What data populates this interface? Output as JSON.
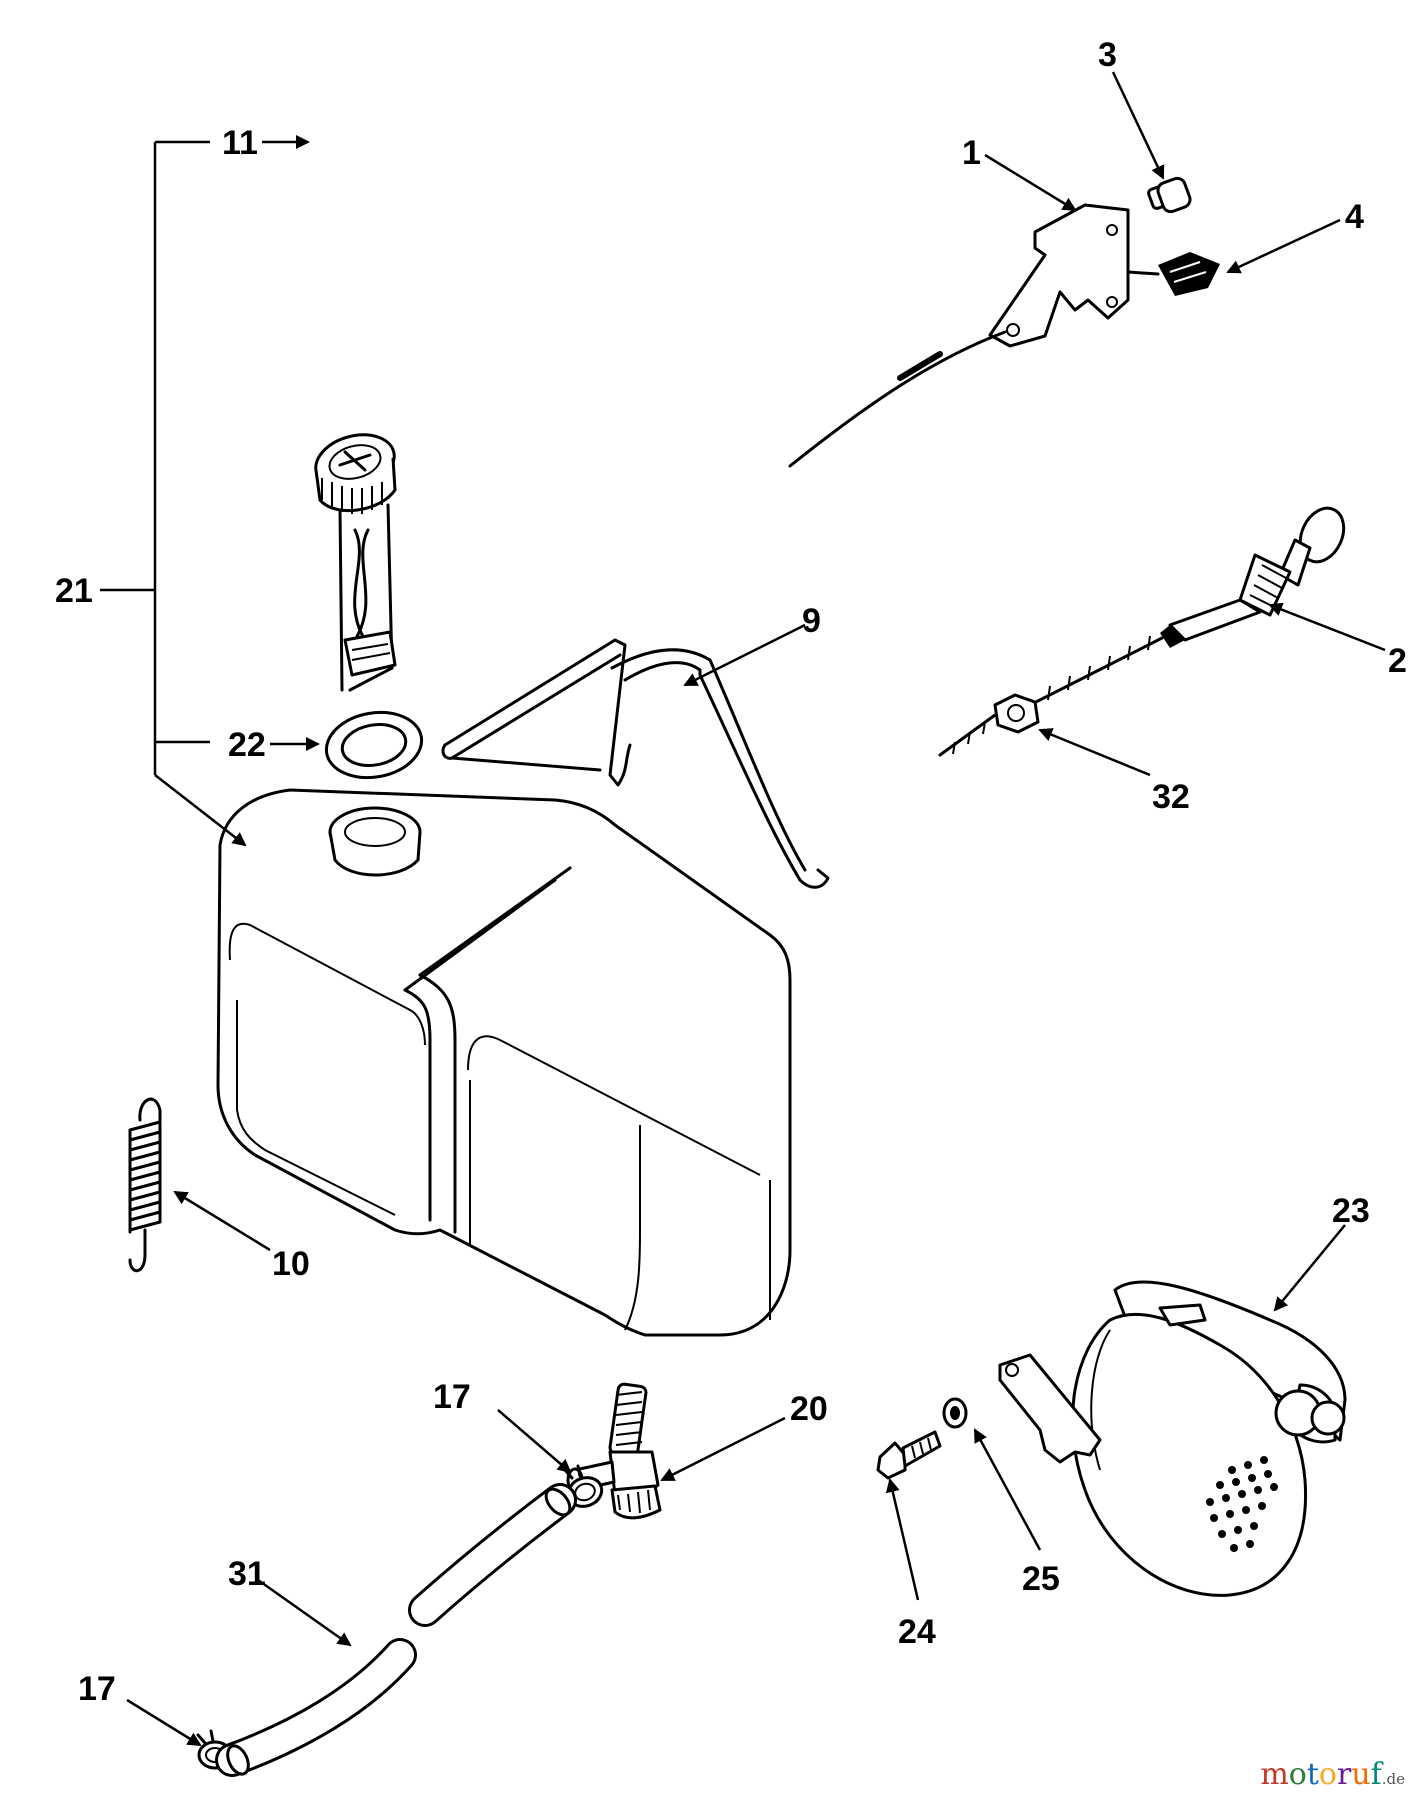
{
  "callouts": {
    "c1": "1",
    "c2": "2",
    "c3": "3",
    "c4": "4",
    "c9": "9",
    "c10": "10",
    "c11": "11",
    "c17a": "17",
    "c17b": "17",
    "c20": "20",
    "c21": "21",
    "c22": "22",
    "c23": "23",
    "c24": "24",
    "c25": "25",
    "c31": "31",
    "c32": "32"
  },
  "watermark": {
    "m": "m",
    "o1": "o",
    "t": "t",
    "o2": "o",
    "r": "r",
    "u": "u",
    "f": "f",
    "tld": ".de"
  },
  "colors": {
    "m": "#c0392b",
    "o1": "#2e7d32",
    "t": "#1565c0",
    "o2": "#f9a825",
    "r": "#6a1b9a",
    "u": "#ef6c00",
    "f": "#00897b",
    "tld": "#555555"
  }
}
